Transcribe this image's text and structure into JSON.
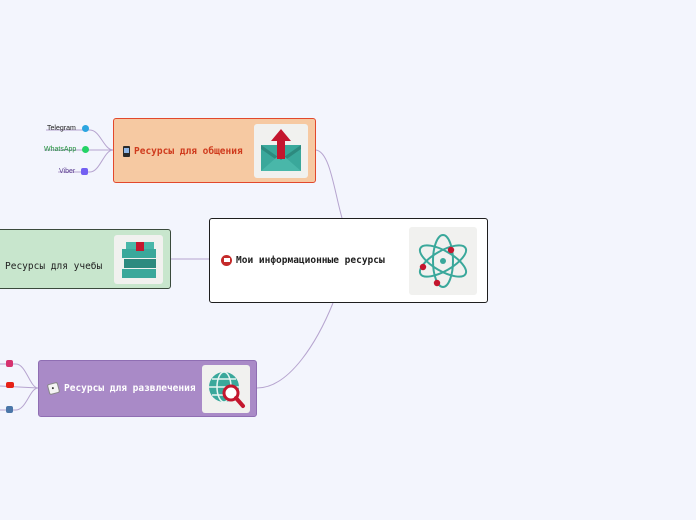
{
  "central": {
    "label": "Мои информационные ресурсы",
    "icon": "flag-icon",
    "image": "atom-icon"
  },
  "branches": {
    "communication": {
      "label": "Ресурсы для общения",
      "icon": "phone-icon",
      "image": "mail-upload-icon",
      "fill": "#f6c9a2",
      "border": "#e2482c",
      "text_color": "#cf3b1d",
      "leaves": [
        {
          "label": "Telegram",
          "color": "#1e1e1e",
          "icon": "telegram-icon",
          "icon_color": "#2ca5e0"
        },
        {
          "label": "WhatsApp",
          "color": "#1f8f3a",
          "icon": "whatsapp-icon",
          "icon_color": "#25d366"
        },
        {
          "label": "Viber",
          "color": "#5b3d91",
          "icon": "viber-icon",
          "icon_color": "#7360f2"
        }
      ]
    },
    "study": {
      "label": "Ресурсы для учебы",
      "image": "books-icon",
      "fill": "#c8e6cd",
      "border": "#3a4a3c",
      "text_color": "#1e1e1e"
    },
    "entertainment": {
      "label": "Ресурсы для развлечения",
      "icon": "dice-icon",
      "image": "globe-search-icon",
      "fill": "#a98ac7",
      "border": "#8f6eb3",
      "text_color": "#ffffff",
      "leaves": [
        {
          "icon": "instagram-icon",
          "icon_color": "#d6326f"
        },
        {
          "icon": "youtube-icon",
          "icon_color": "#e62117"
        },
        {
          "icon": "vk-icon",
          "icon_color": "#4a76a8"
        }
      ]
    }
  },
  "colors": {
    "background": "#f3f5fd",
    "connector": "#b6a4cf"
  }
}
